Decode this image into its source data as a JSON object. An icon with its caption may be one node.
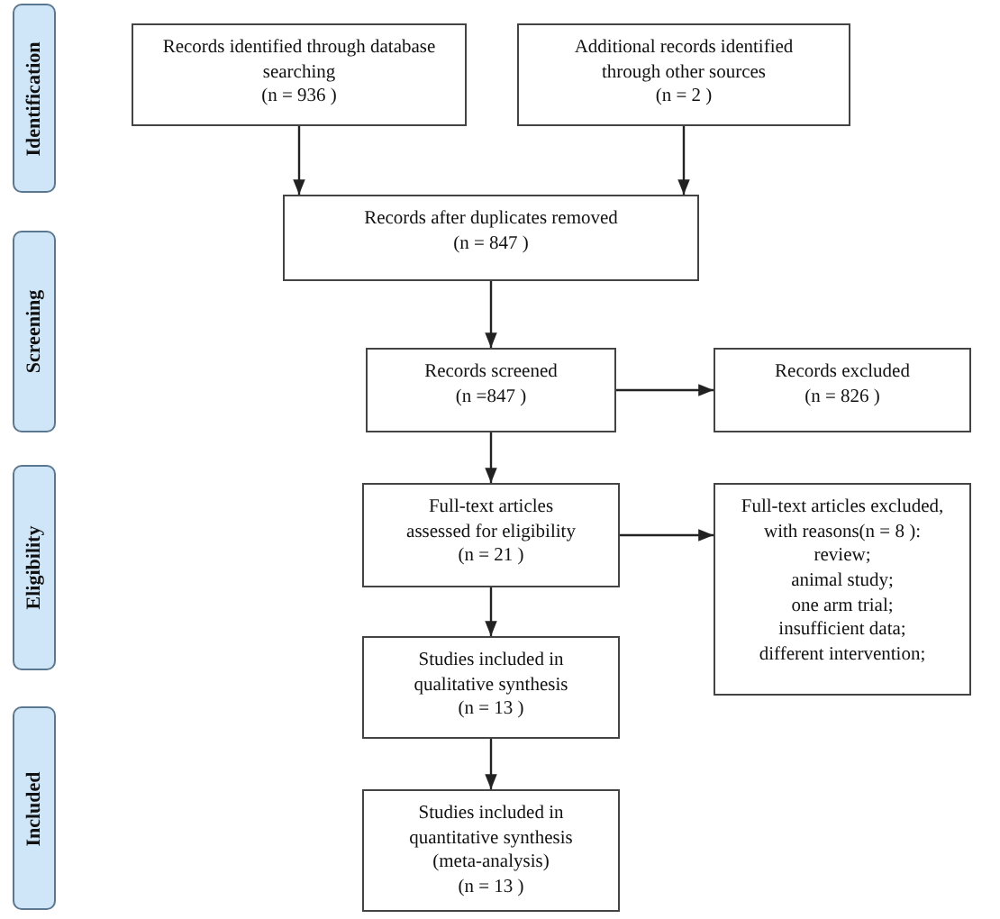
{
  "diagram": {
    "nodes": [
      {
        "text": [
          "Identification"
        ]
      },
      {
        "text": [
          "Screening"
        ]
      },
      {
        "text": [
          "Eligibility"
        ]
      },
      {
        "text": [
          "Included"
        ]
      },
      {
        "text": [
          "Records identified through database searching",
          "(n = 936 )"
        ]
      },
      {
        "text": [
          "Additional records identified through other sources",
          "(n = 2 )"
        ]
      },
      {
        "text": [
          "Records after duplicates removed",
          "(n = 847 )"
        ]
      },
      {
        "text": [
          "Records screened",
          "(n =847 )"
        ]
      },
      {
        "text": [
          "Records excluded",
          "(n = 826 )"
        ]
      },
      {
        "text": [
          "Full-text articles assessed for eligibility",
          "(n = 21 )"
        ]
      },
      {
        "text": [
          "Full-text articles excluded, with reasons(n = 8 ):",
          "review;",
          "animal study;",
          "one arm trial;",
          "insufficient data;",
          "different intervention;"
        ]
      },
      {
        "text": [
          "Studies included in qualitative synthesis",
          "(n = 13 )"
        ]
      },
      {
        "text": [
          "Studies included in quantitative synthesis (meta-analysis)",
          "(n = 13 )"
        ]
      }
    ],
    "edges": [
      {
        "from": 4,
        "to": 6,
        "arrow": "to"
      },
      {
        "from": 5,
        "to": 6,
        "arrow": "to"
      },
      {
        "from": 6,
        "to": 7,
        "arrow": "to"
      },
      {
        "from": 7,
        "to": 8,
        "arrow": "to"
      },
      {
        "from": 7,
        "to": 9,
        "arrow": "to"
      },
      {
        "from": 9,
        "to": 10,
        "arrow": "to"
      },
      {
        "from": 9,
        "to": 11,
        "arrow": "to"
      },
      {
        "from": 11,
        "to": 12,
        "arrow": "to"
      }
    ]
  }
}
